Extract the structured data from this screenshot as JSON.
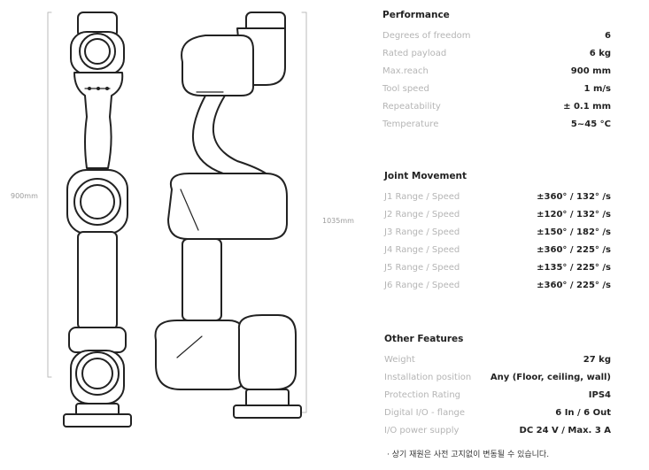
{
  "dimensions": {
    "height_front": "900mm",
    "height_side": "1035mm"
  },
  "performance": {
    "title": "Performance",
    "rows": [
      {
        "label": "Degrees of freedom",
        "value": "6"
      },
      {
        "label": "Rated payload",
        "value": "6 kg"
      },
      {
        "label": "Max.reach",
        "value": "900 mm"
      },
      {
        "label": "Tool speed",
        "value": "1 m/s"
      },
      {
        "label": "Repeatability",
        "value": "± 0.1 mm"
      },
      {
        "label": "Temperature",
        "value": "5~45 °C"
      }
    ]
  },
  "joint_movement": {
    "title": "Joint Movement",
    "rows": [
      {
        "label": "J1 Range / Speed",
        "value": "±360° / 132° /s"
      },
      {
        "label": "J2 Range / Speed",
        "value": "±120° / 132° /s"
      },
      {
        "label": "J3 Range / Speed",
        "value": "±150° / 182° /s"
      },
      {
        "label": "J4 Range / Speed",
        "value": "±360° / 225° /s"
      },
      {
        "label": "J5 Range / Speed",
        "value": "±135° / 225° /s"
      },
      {
        "label": "J6 Range / Speed",
        "value": "±360° / 225° /s"
      }
    ]
  },
  "other_features": {
    "title": "Other Features",
    "rows": [
      {
        "label": "Weight",
        "value": "27 kg"
      },
      {
        "label": "Installation position",
        "value": "Any (Floor, ceiling, wall)"
      },
      {
        "label": "Protection Rating",
        "value": "IPS4"
      },
      {
        "label": "Digital I/O - flange",
        "value": "6 In / 6 Out"
      },
      {
        "label": "I/O power supply",
        "value": "DC 24 V / Max. 3 A"
      }
    ]
  },
  "footnote": "· 상기 재원은 사전 고지없이 변동될 수 있습니다."
}
